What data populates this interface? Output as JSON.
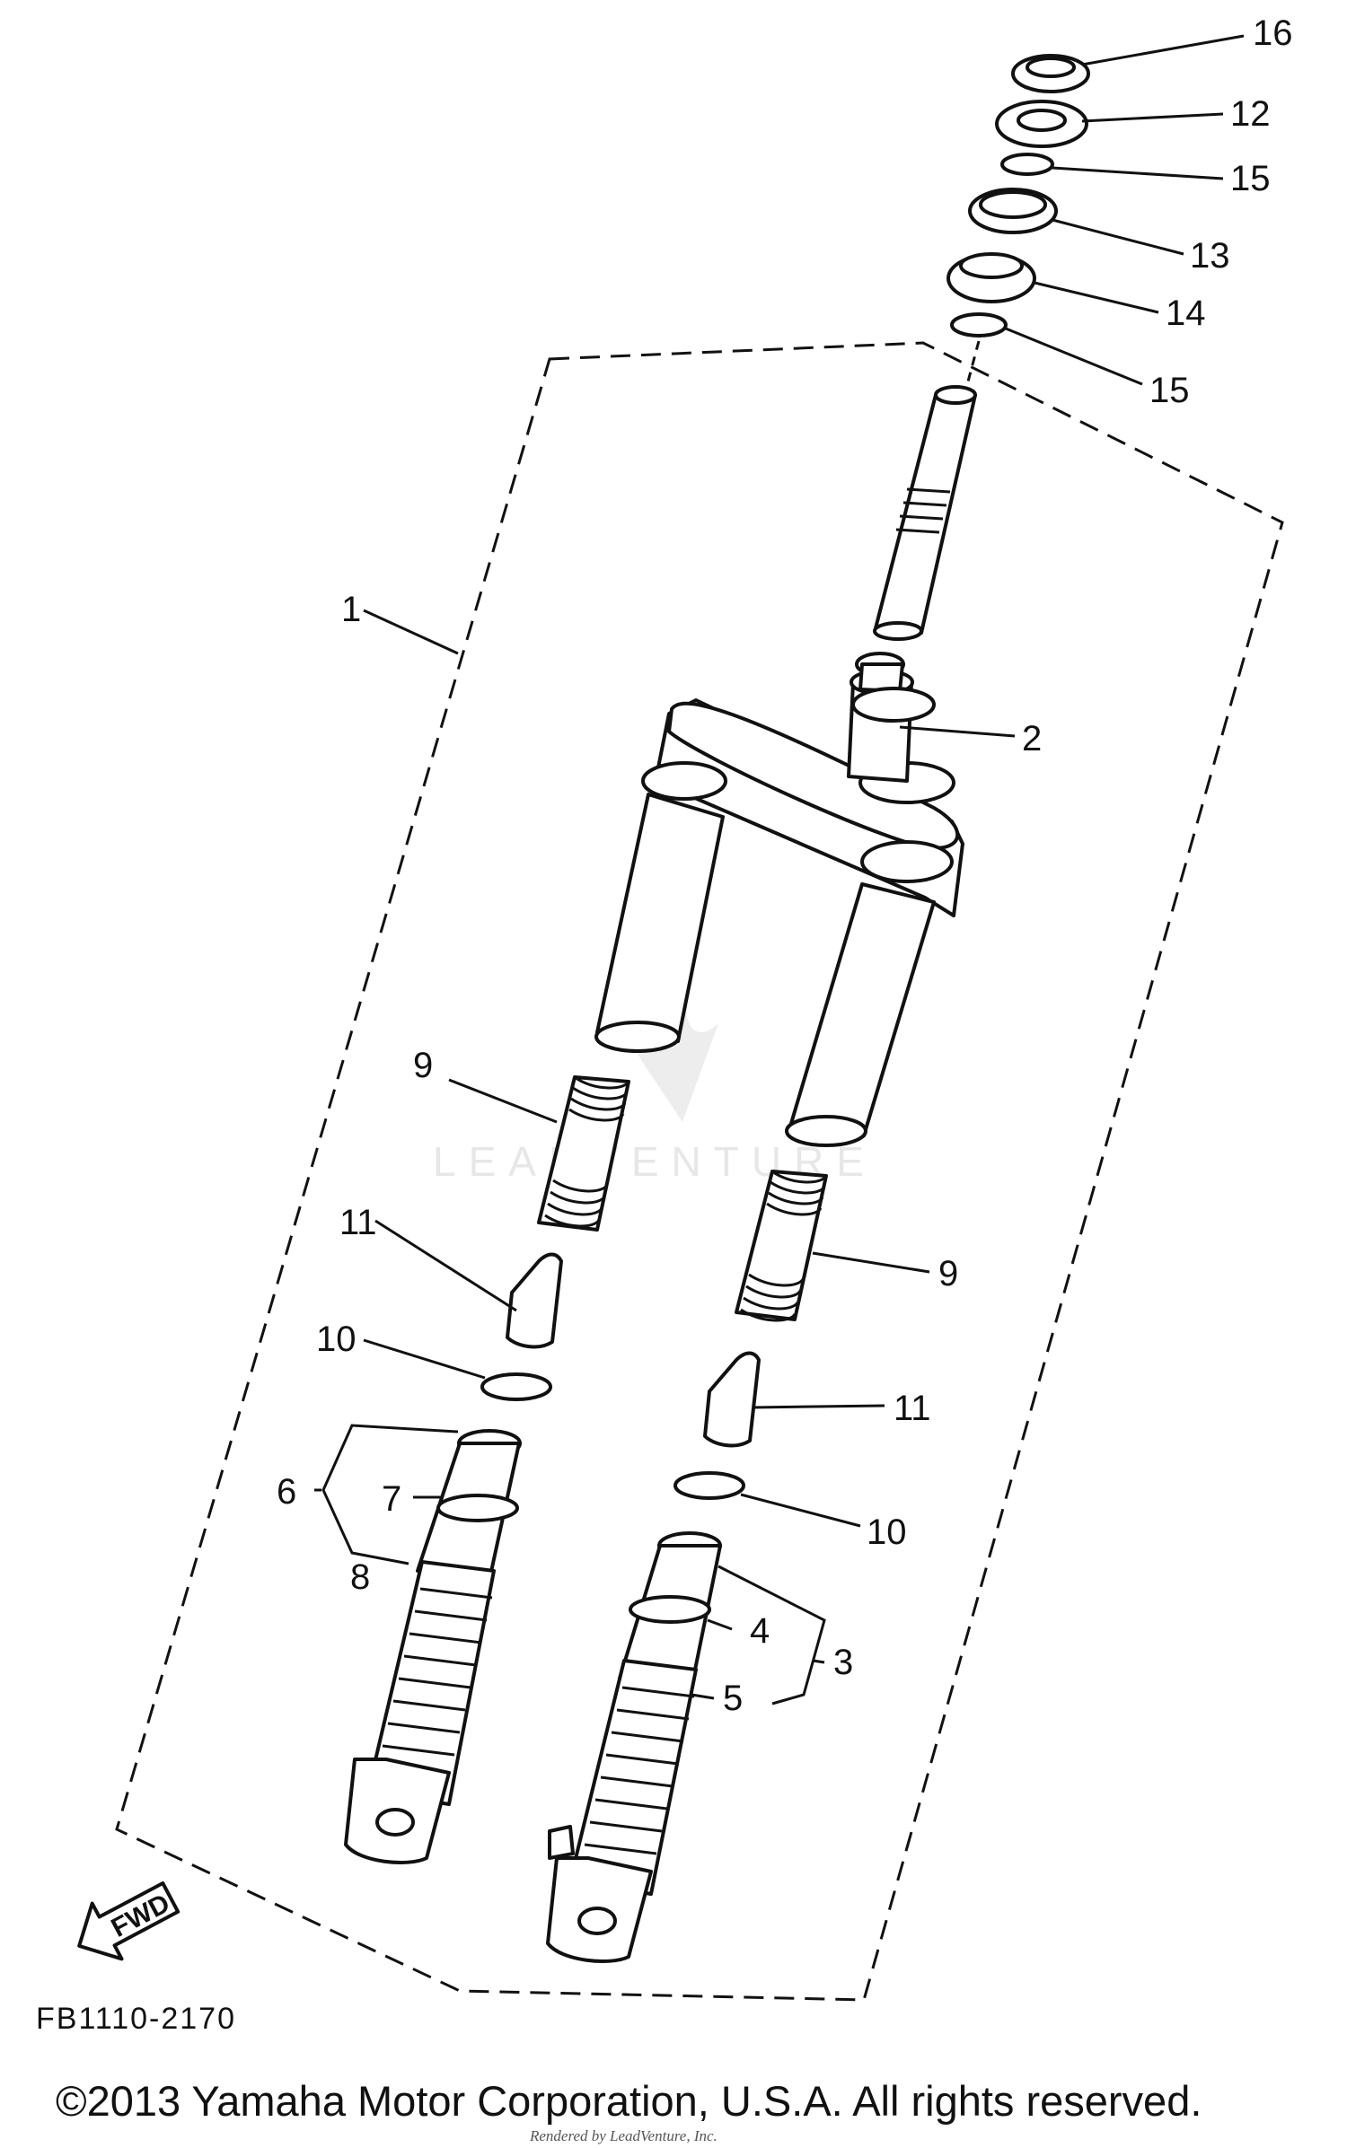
{
  "diagram": {
    "callouts": [
      {
        "id": "c16",
        "label": "16"
      },
      {
        "id": "c12",
        "label": "12"
      },
      {
        "id": "c15a",
        "label": "15"
      },
      {
        "id": "c13",
        "label": "13"
      },
      {
        "id": "c14",
        "label": "14"
      },
      {
        "id": "c15b",
        "label": "15"
      },
      {
        "id": "c1",
        "label": "1"
      },
      {
        "id": "c2",
        "label": "2"
      },
      {
        "id": "c9a",
        "label": "9"
      },
      {
        "id": "c9b",
        "label": "9"
      },
      {
        "id": "c11a",
        "label": "11"
      },
      {
        "id": "c11b",
        "label": "11"
      },
      {
        "id": "c10a",
        "label": "10"
      },
      {
        "id": "c10b",
        "label": "10"
      },
      {
        "id": "c6",
        "label": "6"
      },
      {
        "id": "c7",
        "label": "7"
      },
      {
        "id": "c8",
        "label": "8"
      },
      {
        "id": "c4",
        "label": "4"
      },
      {
        "id": "c3",
        "label": "3"
      },
      {
        "id": "c5",
        "label": "5"
      }
    ],
    "fwd_label": "FWD",
    "diagram_code": "FB1110-2170",
    "watermark": "LEADVENTURE",
    "copyright": "©2013 Yamaha Motor Corporation, U.S.A. All rights reserved.",
    "rendered_by": "Rendered by LeadVenture, Inc."
  }
}
